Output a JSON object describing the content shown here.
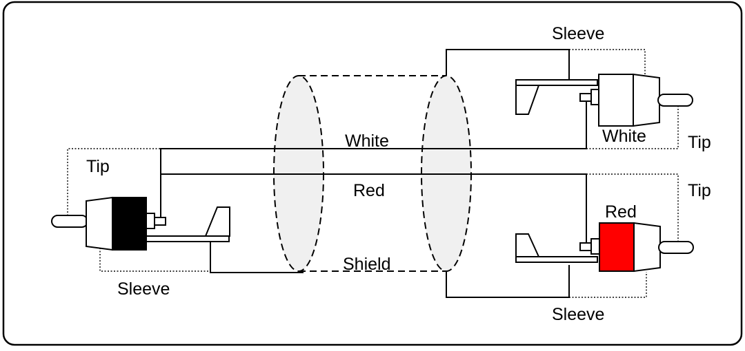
{
  "labels": {
    "left_tip": "Tip",
    "left_sleeve": "Sleeve",
    "wire_white": "White",
    "wire_red": "Red",
    "shield": "Shield",
    "top_sleeve": "Sleeve",
    "top_plug_white": "White",
    "top_tip": "Tip",
    "bottom_tip": "Tip",
    "bottom_plug_red": "Red",
    "bottom_sleeve": "Sleeve"
  },
  "colors": {
    "left_plug_band": "#000000",
    "bottom_plug_band": "#ff0000",
    "shield_fill": "#f0f0f0",
    "top_plug_band": "#ffffff"
  }
}
